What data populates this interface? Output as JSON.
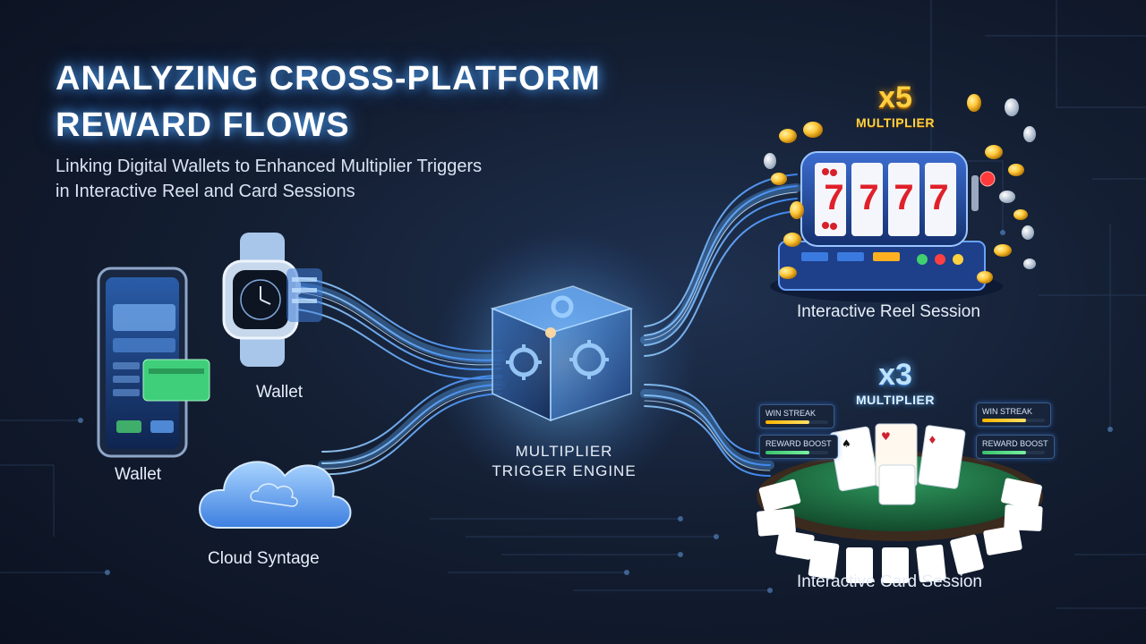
{
  "title": {
    "line1": "ANALYZING CROSS-PLATFORM",
    "line2": "REWARD FLOWS"
  },
  "subtitle": {
    "line1": "Linking Digital Wallets to Enhanced Multiplier Triggers",
    "line2": "in Interactive Reel and Card Sessions"
  },
  "nodes": {
    "phone_wallet": {
      "label": "Wallet"
    },
    "watch_wallet": {
      "label": "Wallet"
    },
    "cloud": {
      "label": "Cloud Syntage"
    },
    "engine": {
      "line1": "MULTIPLIER",
      "line2": "TRIGGER ENGINE"
    },
    "reel": {
      "label": "Interactive Reel Session",
      "multiplier": "x5",
      "multiplier_word": "MULTIPLIER",
      "reel_symbols": [
        "7",
        "7",
        "7",
        "7"
      ]
    },
    "card": {
      "label": "Interactive Card Session",
      "multiplier": "x3",
      "multiplier_word": "MULTIPLIER",
      "badges": [
        "WIN STREAK",
        "REWARD BOOST",
        "WIN STREAK",
        "REWARD BOOST"
      ]
    }
  },
  "colors": {
    "glow_blue": "#4aa8ff",
    "gold": "#ffc83a",
    "engine_orange": "#ffb060",
    "table_green": "#1f7a4a"
  }
}
